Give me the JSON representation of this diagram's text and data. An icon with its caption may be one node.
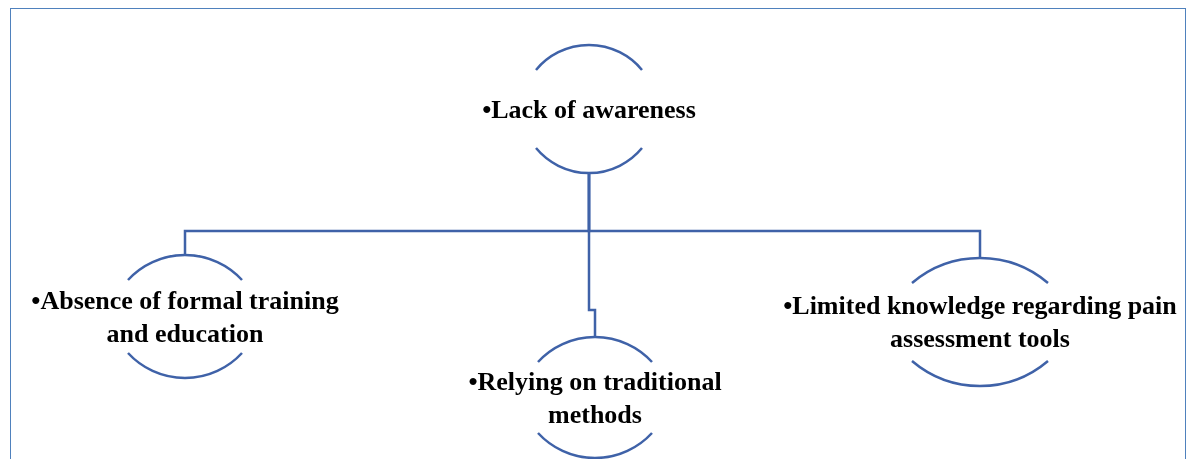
{
  "diagram": {
    "nodes": [
      {
        "text": [
          "•Lack of awareness"
        ]
      },
      {
        "text": [
          "•Absence of formal training and education"
        ]
      },
      {
        "text": [
          "•Relying on traditional methods"
        ]
      },
      {
        "text": [
          "•Limited knowledge regarding pain assessment tools"
        ]
      }
    ],
    "edges": [
      {
        "from": 0,
        "to": 1,
        "arrow": "none"
      },
      {
        "from": 0,
        "to": 2,
        "arrow": "none"
      },
      {
        "from": 0,
        "to": 3,
        "arrow": "none"
      }
    ]
  }
}
